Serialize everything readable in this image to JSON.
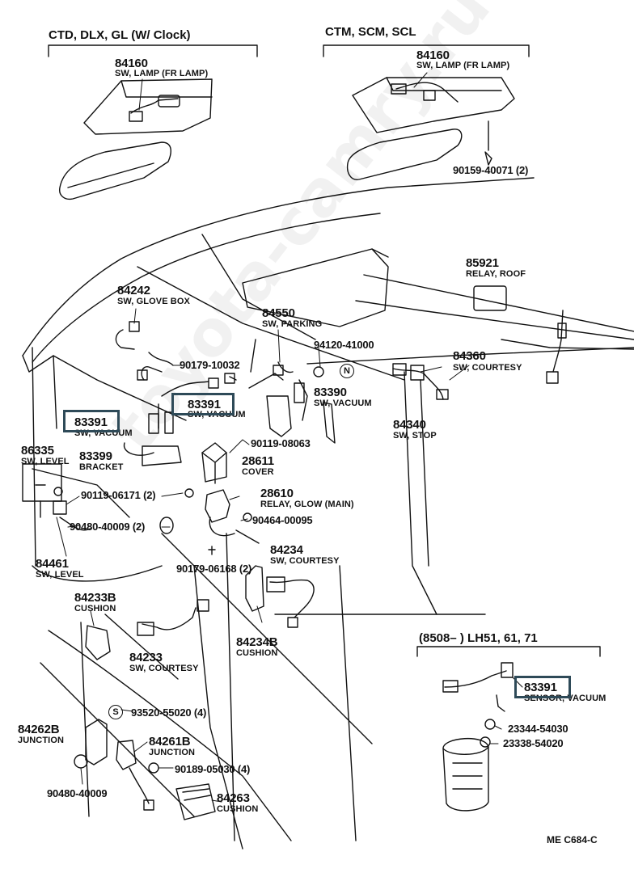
{
  "variants": {
    "left": "CTD, DLX, GL (W/ Clock)",
    "right": "CTM, SCM, SCL",
    "inset": "(8508–          ) LH51, 61, 71"
  },
  "parts": {
    "p84160a": {
      "num": "84160",
      "desc": "SW, LAMP (FR LAMP)"
    },
    "p84160b": {
      "num": "84160",
      "desc": "SW, LAMP (FR LAMP)"
    },
    "p90159": {
      "num": "90159-40071 (2)"
    },
    "p85921": {
      "num": "85921",
      "desc": "RELAY, ROOF"
    },
    "p84242": {
      "num": "84242",
      "desc": "SW, GLOVE BOX"
    },
    "p84550": {
      "num": "84550",
      "desc": "SW, PARKING"
    },
    "p94120": {
      "num": "94120-41000"
    },
    "p84360": {
      "num": "84360",
      "desc": "SW, COURTESY"
    },
    "p90179a": {
      "num": "90179-10032"
    },
    "p83391a": {
      "num": "83391",
      "desc": "SW, VACUUM"
    },
    "p83390": {
      "num": "83390",
      "desc": "SW, VACUUM"
    },
    "p83391b": {
      "num": "83391",
      "desc": "SW, VACUUM"
    },
    "p84340": {
      "num": "84340",
      "desc": "SW, STOP"
    },
    "p86335": {
      "num": "86335",
      "desc": "SW, LEVEL"
    },
    "p83399": {
      "num": "83399",
      "desc": "BRACKET"
    },
    "p90119a": {
      "num": "90119-08063"
    },
    "p28611": {
      "num": "28611",
      "desc": "COVER"
    },
    "p90119b": {
      "num": "90119-06171 (2)"
    },
    "p28610": {
      "num": "28610",
      "desc": "RELAY, GLOW (MAIN)"
    },
    "p90480a": {
      "num": "90480-40009 (2)"
    },
    "p90464": {
      "num": "90464-00095"
    },
    "p84461": {
      "num": "84461",
      "desc": "SW, LEVEL"
    },
    "p90179b": {
      "num": "90179-06168 (2)"
    },
    "p84234": {
      "num": "84234",
      "desc": "SW, COURTESY"
    },
    "p84233B": {
      "num": "84233B",
      "desc": "CUSHION"
    },
    "p84233": {
      "num": "84233",
      "desc": "SW, COURTESY"
    },
    "p84234B": {
      "num": "84234B",
      "desc": "CUSHION"
    },
    "p83391c": {
      "num": "83391",
      "desc": "SENSOR, VACUUM"
    },
    "p23344": {
      "num": "23344-54030"
    },
    "p23338": {
      "num": "23338-54020"
    },
    "p84262B": {
      "num": "84262B",
      "desc": "JUNCTION"
    },
    "p93520": {
      "num": "93520-55020 (4)"
    },
    "p84261B": {
      "num": "84261B",
      "desc": "JUNCTION"
    },
    "p90189": {
      "num": "90189-05030 (4)"
    },
    "p90480b": {
      "num": "90480-40009"
    },
    "p84263": {
      "num": "84263",
      "desc": "CUSHION"
    },
    "markerN": "N",
    "markerS": "S"
  },
  "footer": {
    "code": "ME  C684-C"
  },
  "watermark": "toyota-camry.ru",
  "colors": {
    "ink": "#111111",
    "highlight": "#2e4a58",
    "background": "#ffffff"
  }
}
